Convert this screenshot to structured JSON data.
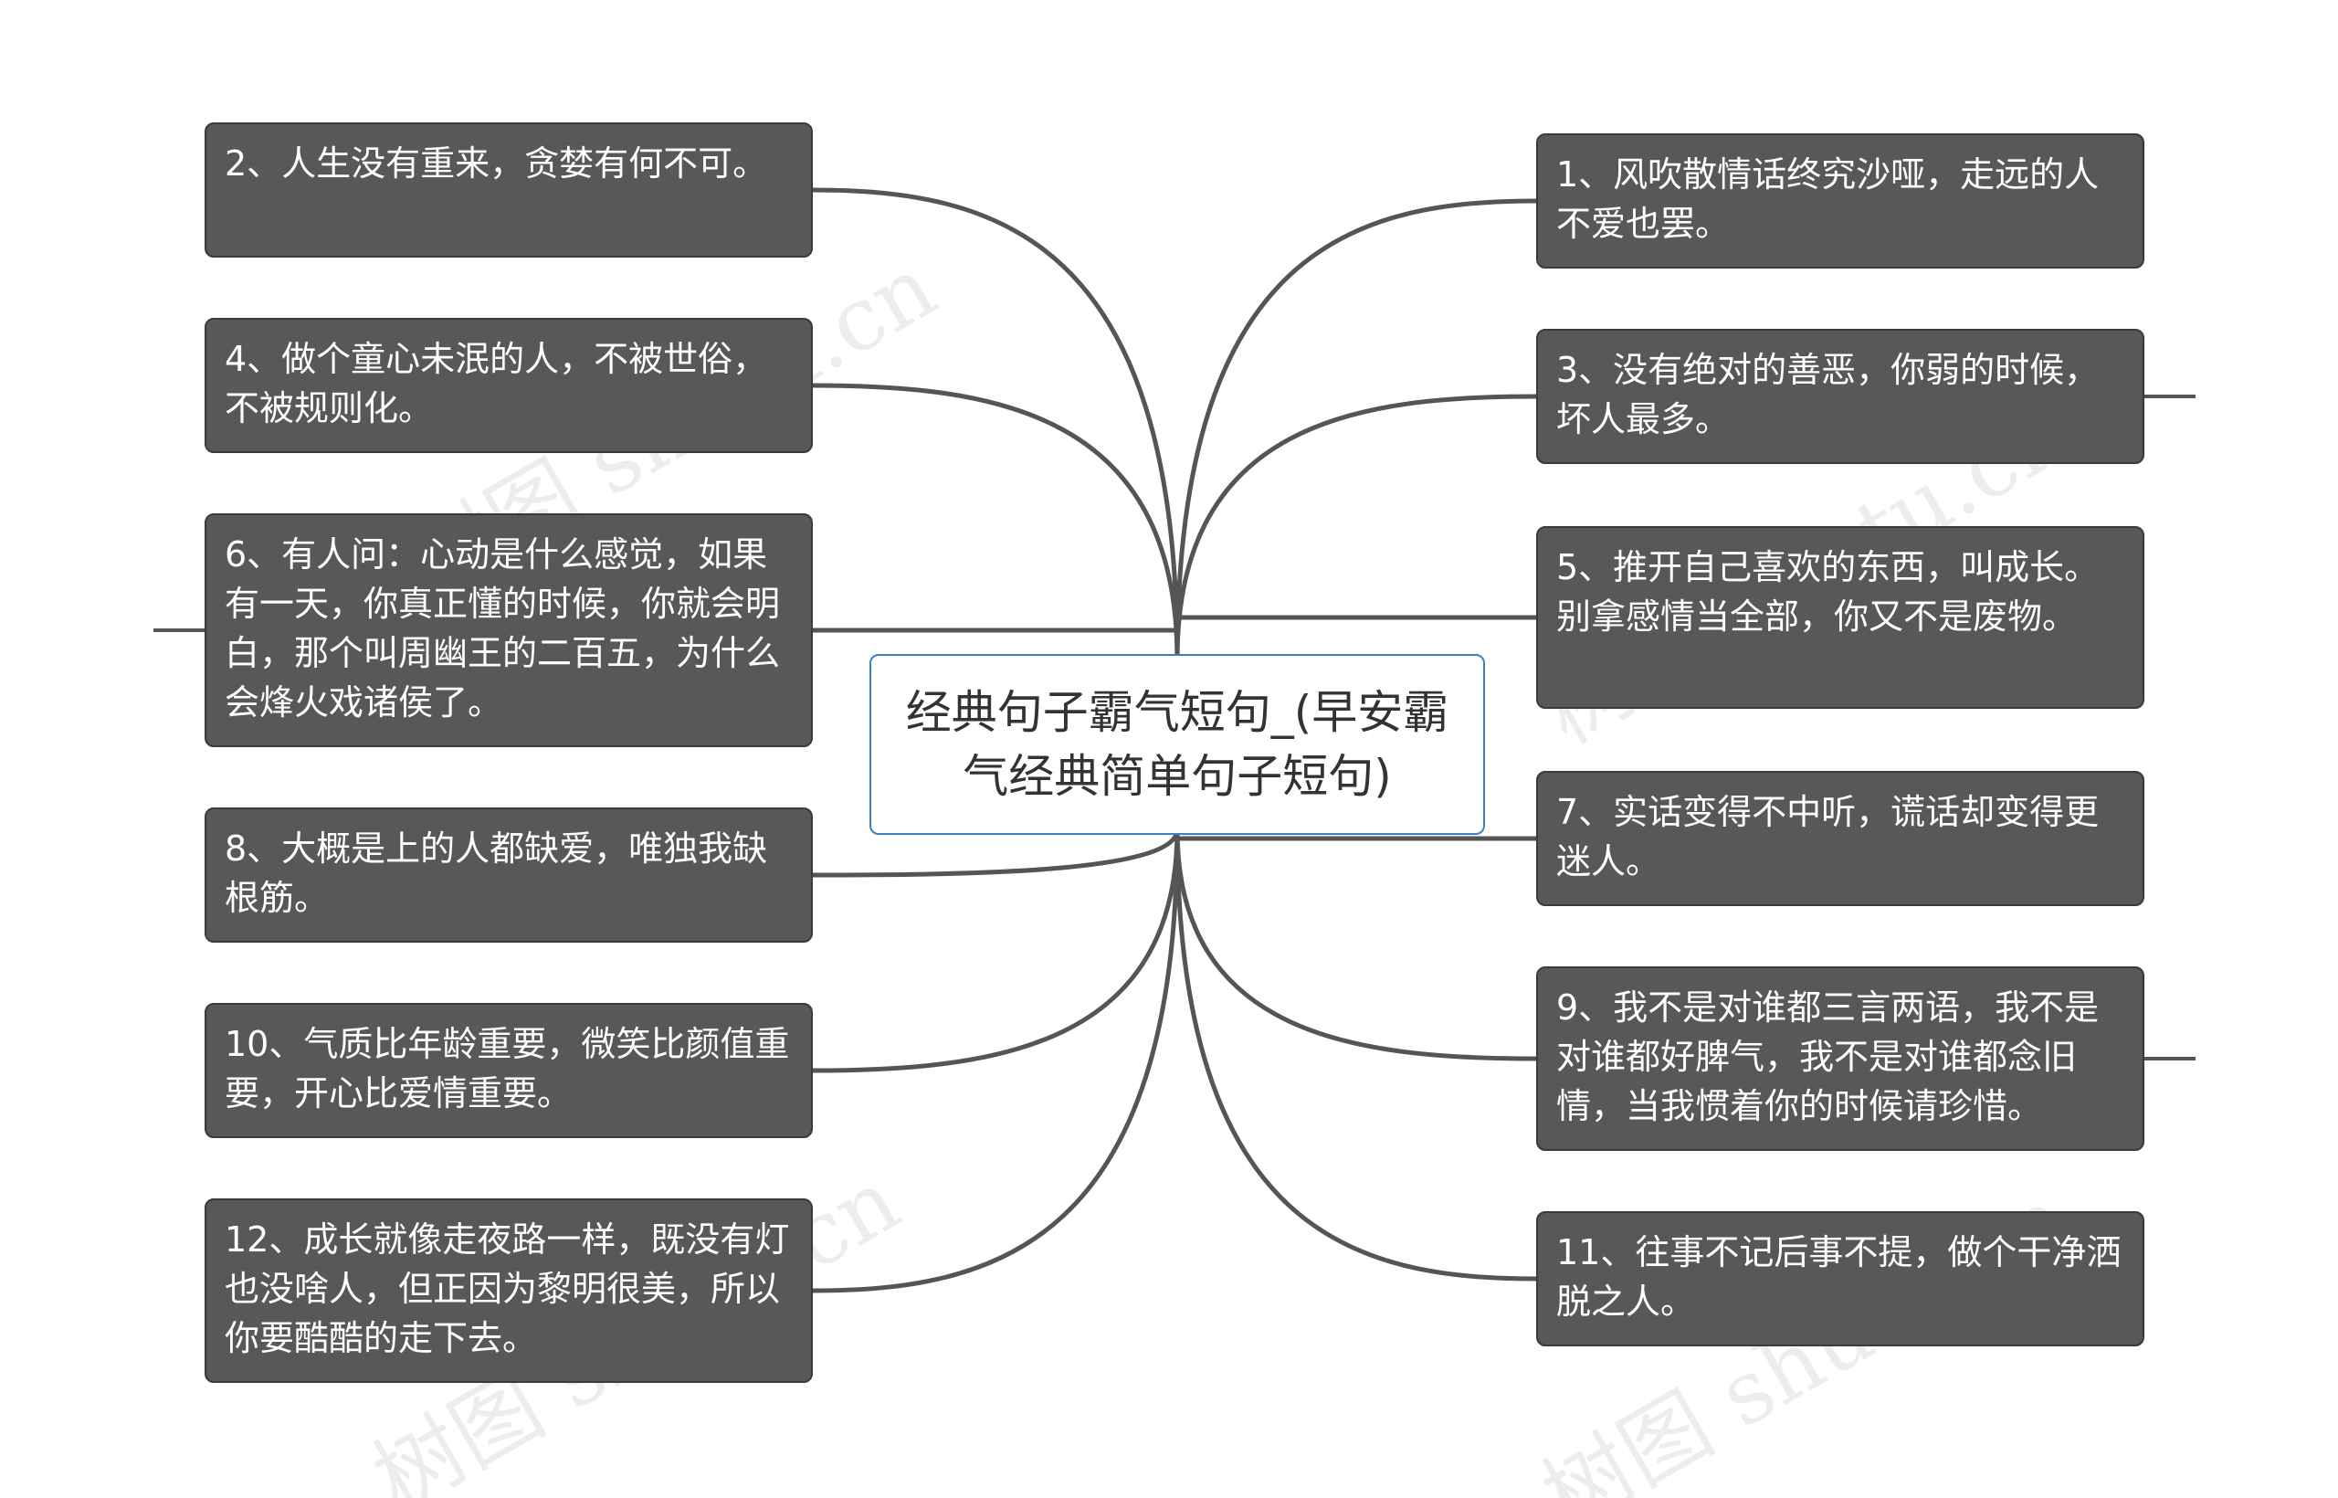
{
  "root": {
    "title": "经典句子霸气短句_(早安霸气经典简单句子短句)"
  },
  "left_nodes": [
    {
      "text": "2、人生没有重来，贪婪有何不可。"
    },
    {
      "text": "4、做个童心未泯的人，不被世俗，不被规则化。"
    },
    {
      "text": "6、有人问：心动是什么感觉，如果有一天，你真正懂的时候，你就会明白，那个叫周幽王的二百五，为什么会烽火戏诸侯了。"
    },
    {
      "text": "8、大概是上的人都缺爱，唯独我缺根筋。"
    },
    {
      "text": "10、气质比年龄重要，微笑比颜值重要，开心比爱情重要。"
    },
    {
      "text": "12、成长就像走夜路一样，既没有灯也没啥人，但正因为黎明很美，所以你要酷酷的走下去。"
    }
  ],
  "right_nodes": [
    {
      "text": "1、风吹散情话终究沙哑，走远的人不爱也罢。"
    },
    {
      "text": "3、没有绝对的善恶，你弱的时候，坏人最多。"
    },
    {
      "text": "5、推开自己喜欢的东西，叫成长。别拿感情当全部，你又不是废物。"
    },
    {
      "text": "7、实话变得不中听，谎话却变得更迷人。"
    },
    {
      "text": "9、我不是对谁都三言两语，我不是对谁都好脾气，我不是对谁都念旧情，当我惯着你的时候请珍惜。"
    },
    {
      "text": "11、往事不记后事不提，做个干净洒脱之人。"
    }
  ],
  "watermark": "树图 shutu.cn",
  "colors": {
    "node_fill": "#585858",
    "node_text": "#ffffff",
    "root_border": "#3f7fbf",
    "link": "#555555"
  }
}
